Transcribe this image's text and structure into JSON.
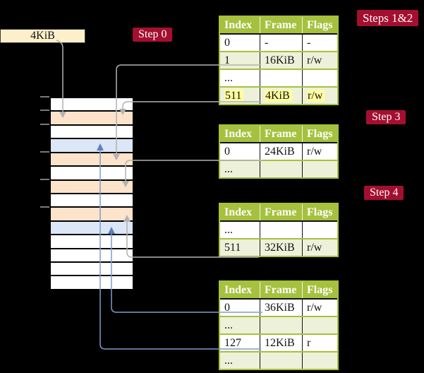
{
  "frame_label": {
    "text": "4KiB"
  },
  "badges": {
    "steps12": "Steps 1&2",
    "step0": "Step 0",
    "step3": "Step 3",
    "step4": "Step 4"
  },
  "tables": {
    "headers": [
      "Index",
      "Frame",
      "Flags"
    ],
    "level1": {
      "rows": [
        [
          "0",
          "-",
          "-"
        ],
        [
          "1",
          "16KiB",
          "r/w"
        ],
        [
          "...",
          "",
          ""
        ],
        [
          "511",
          "4KiB",
          "r/w"
        ]
      ]
    },
    "level2": {
      "rows": [
        [
          "0",
          "24KiB",
          "r/w"
        ],
        [
          "...",
          "",
          ""
        ]
      ]
    },
    "level3": {
      "rows": [
        [
          "...",
          "",
          ""
        ],
        [
          "511",
          "32KiB",
          "r/w"
        ]
      ]
    },
    "level4": {
      "rows": [
        [
          "0",
          "36KiB",
          "r/w"
        ],
        [
          "...",
          "",
          ""
        ],
        [
          "127",
          "12KiB",
          "r"
        ],
        [
          "...",
          "",
          ""
        ]
      ]
    }
  },
  "memory": {
    "row_colors": [
      "white",
      "peach",
      "white",
      "blue",
      "peach",
      "white",
      "peach",
      "white",
      "peach",
      "blue",
      "white",
      "white",
      "white",
      "white"
    ]
  },
  "colors": {
    "background": "#000000",
    "badge_bg": "#a50f2f",
    "badge_text": "#ffffff",
    "table_header_bg": "#a5c13d",
    "table_row_alt_bg": "#edf1d9",
    "highlight_mark": "#ffff9e",
    "frame_label_bg": "#fcefc9",
    "memory_frame_peach": "#fde3ca",
    "memory_frame_blue": "#dbe6f6",
    "arrow_gray": "#b2b2b2",
    "arrow_blue": "#7d9dc9"
  }
}
